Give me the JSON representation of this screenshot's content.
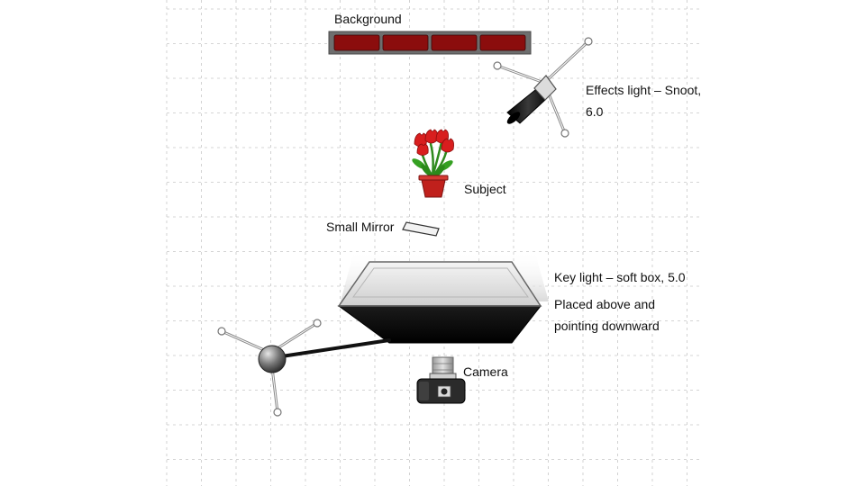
{
  "labels": {
    "background": "Background",
    "effects_light_line1": "Effects light – Snoot,",
    "effects_light_line2": "6.0",
    "subject": "Subject",
    "small_mirror": "Small Mirror",
    "key_light": "Key light – soft box, 5.0",
    "key_note_line1": "Placed above and",
    "key_note_line2": "pointing downward",
    "camera": "Camera"
  },
  "colors": {
    "grid": "#c8c8c8",
    "background_frame": "#6e6e6e",
    "background_panel": "#8b0d0d",
    "softbox_body": "#111111",
    "flower": "#d81e1e",
    "pot": "#c0201c",
    "stem": "#2f8a1e"
  }
}
